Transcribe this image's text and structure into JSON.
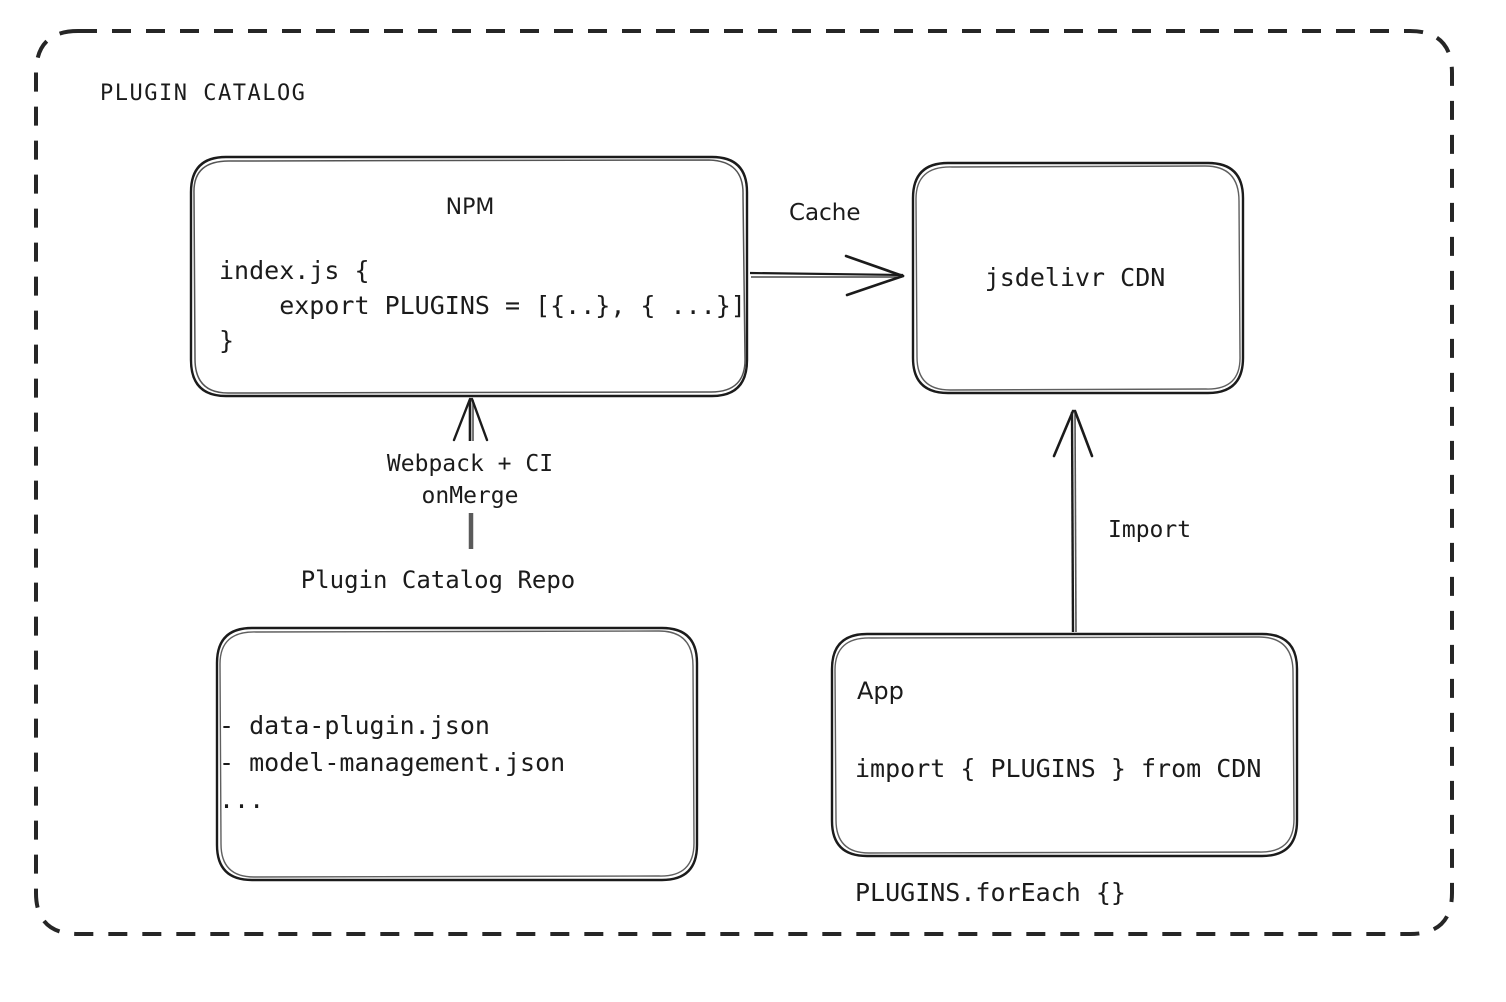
{
  "diagram": {
    "title": "PLUGIN CATALOG",
    "border_style": "dashed",
    "stroke_color": "#1b1b1b",
    "background_color": "#ffffff"
  },
  "nodes": {
    "npm": {
      "label": "NPM",
      "code": "index.js {\n    export PLUGINS = [{..}, { ...}]\n}"
    },
    "cdn": {
      "label": "jsdelivr CDN"
    },
    "repo": {
      "label": "Plugin Catalog Repo",
      "files": "- data-plugin.json\n- model-management.json\n..."
    },
    "app": {
      "label": "App",
      "code": "import { PLUGINS } from CDN\n\nPLUGINS.forEach {}"
    }
  },
  "edges": {
    "cache": {
      "label": "Cache",
      "from": "npm",
      "to": "cdn",
      "direction": "right"
    },
    "webpack": {
      "label": "Webpack + CI\nonMerge",
      "from": "repo",
      "to": "npm",
      "direction": "up"
    },
    "import": {
      "label": "Import",
      "from": "app",
      "to": "cdn",
      "direction": "up"
    }
  }
}
